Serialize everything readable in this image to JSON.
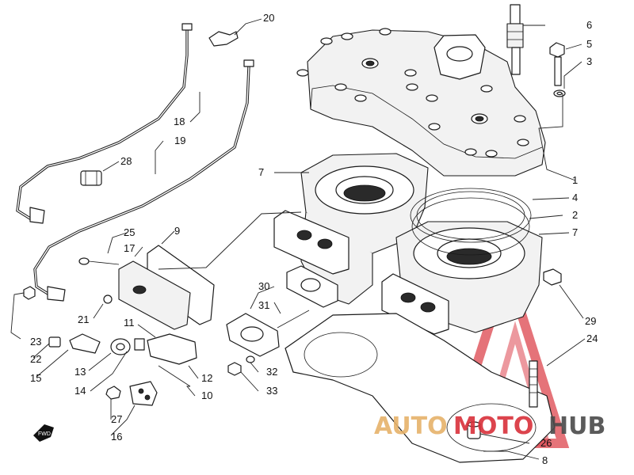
{
  "watermark": {
    "brand": "AUTOMOTOHUB",
    "part_auto": "AUTO",
    "part_moto": "MOTO",
    "part_hub": "HUB",
    "color_primary": "#d9303a",
    "color_secondary": "#e6b26a",
    "color_hub": "#4a4a4a"
  },
  "fwd_badge": "FWD",
  "callouts": {
    "c20": "20",
    "c6": "6",
    "c5": "5",
    "c3": "3",
    "c18": "18",
    "c19": "19",
    "c28": "28",
    "c7a": "7",
    "c1": "1",
    "c4": "4",
    "c2": "2",
    "c7b": "7",
    "c25": "25",
    "c9": "9",
    "c17": "17",
    "c30": "30",
    "c31": "31",
    "c21": "21",
    "c11": "11",
    "c29": "29",
    "c24": "24",
    "c23": "23",
    "c22": "22",
    "c15": "15",
    "c13": "13",
    "c14": "14",
    "c12": "12",
    "c10": "10",
    "c32": "32",
    "c33": "33",
    "c27": "27",
    "c16": "16",
    "c26": "26",
    "c8": "8"
  }
}
